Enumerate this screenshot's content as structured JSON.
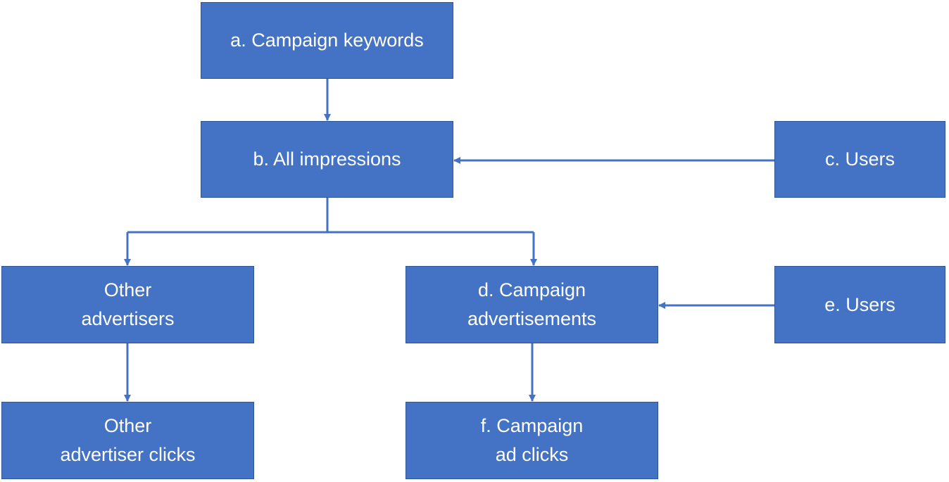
{
  "diagram": {
    "nodes": {
      "a": {
        "line1": "a. Campaign keywords"
      },
      "b": {
        "line1": "b. All impressions"
      },
      "c": {
        "line1": "c. Users"
      },
      "other_advertisers": {
        "line1": "Other",
        "line2": "advertisers"
      },
      "d": {
        "line1": "d. Campaign",
        "line2": "advertisements"
      },
      "e": {
        "line1": "e. Users"
      },
      "other_advertiser_clicks": {
        "line1": "Other",
        "line2": "advertiser clicks"
      },
      "f": {
        "line1": "f. Campaign",
        "line2": "ad clicks"
      }
    },
    "edges": [
      {
        "from": "a",
        "to": "b"
      },
      {
        "from": "c",
        "to": "b"
      },
      {
        "from": "b",
        "to": "other_advertisers"
      },
      {
        "from": "b",
        "to": "d"
      },
      {
        "from": "e",
        "to": "d"
      },
      {
        "from": "other_advertisers",
        "to": "other_advertiser_clicks"
      },
      {
        "from": "d",
        "to": "f"
      }
    ],
    "colors": {
      "box_fill": "#4472c4",
      "box_border": "#2f5597",
      "text": "#ffffff",
      "arrow": "#4472c4"
    }
  }
}
